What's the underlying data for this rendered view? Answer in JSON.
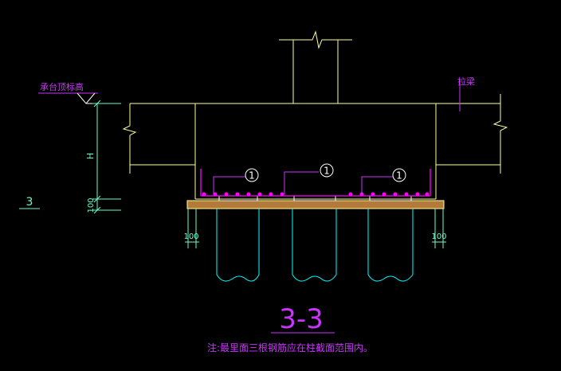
{
  "labels": {
    "cap_top_elevation": "承台顶标高",
    "tie_beam": "拉梁",
    "dim_h": "H",
    "dim_100_left": "100",
    "dim_100_pile_left": "100",
    "dim_100_pile_right": "100",
    "section_ref": "3",
    "section_title": "3-3",
    "note": "注:最里面三根钢筋应在柱截面范围内。"
  },
  "callouts": {
    "rebar_left": "1",
    "rebar_center": "1",
    "rebar_right": "1"
  },
  "colors": {
    "background": "#000000",
    "concrete_outline": "#ffff99",
    "pile_outline": "#00ffff",
    "rebar": "#ff00ff",
    "annotation": "#cc33ff",
    "dimension": "#66ffcc",
    "cushion_fill": "#b37a3a",
    "white_line": "#ffffff"
  }
}
